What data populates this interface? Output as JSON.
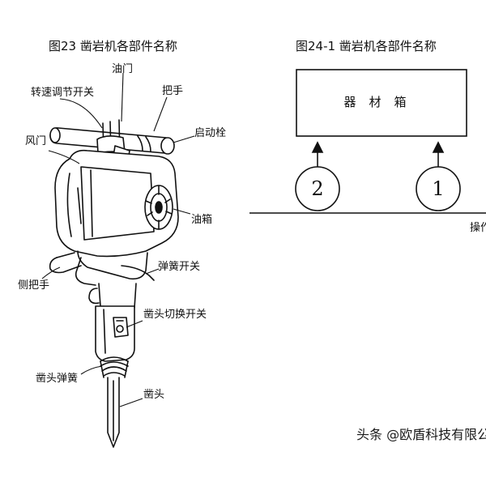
{
  "fig23": {
    "title": "图23 凿岩机各部件名称",
    "labels": {
      "throttle": "油门",
      "speed_switch": "转速调节开关",
      "handle": "把手",
      "air_door": "风门",
      "start_plug": "启动栓",
      "oil_tank": "油箱",
      "spring_switch": "弹簧开关",
      "side_handle": "侧把手",
      "chisel_switch": "凿头切换开关",
      "chisel_spring": "凿头弹簧",
      "chisel": "凿头"
    }
  },
  "fig24": {
    "title": "图24-1 凿岩机各部件名称",
    "box_label": "器材箱",
    "circle_1": "1",
    "circle_2": "2",
    "cut_text": "操作"
  },
  "watermark": "头条 @欧盾科技有限公司"
}
